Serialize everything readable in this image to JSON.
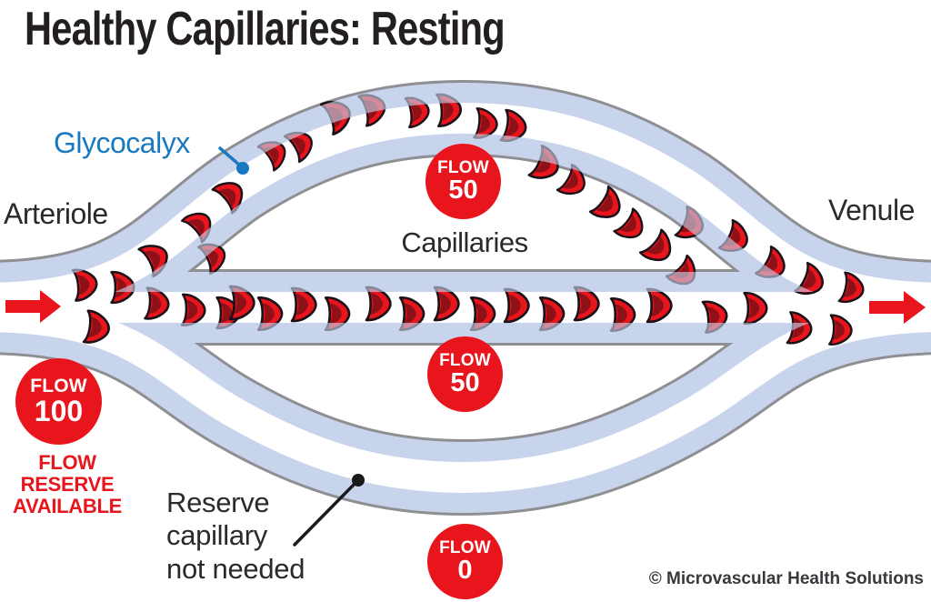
{
  "title": "Healthy Capillaries: Resting",
  "vessel_labels": {
    "glycocalyx": "Glycocalyx",
    "arteriole": "Arteriole",
    "venule": "Venule",
    "capillaries": "Capillaries"
  },
  "flow_badges": {
    "arteriole": {
      "label": "FLOW",
      "value": "100"
    },
    "top_capillary": {
      "label": "FLOW",
      "value": "50"
    },
    "middle_capillary": {
      "label": "FLOW",
      "value": "50"
    },
    "reserve_capillary": {
      "label": "FLOW",
      "value": "0"
    }
  },
  "annotations": {
    "flow_reserve": {
      "line1": "FLOW",
      "line2": "RESERVE",
      "line3": "AVAILABLE"
    },
    "reserve_note": {
      "line1": "Reserve",
      "line2": "capillary",
      "line3": "not needed"
    }
  },
  "credit": "© Microvascular Health Solutions",
  "colors": {
    "flow_red": "#e8151d",
    "glycocalyx_blue": "#c7d4ec",
    "label_blue": "#1878c0",
    "vessel_outline": "#8e8e93",
    "text_dark": "#231f20"
  }
}
